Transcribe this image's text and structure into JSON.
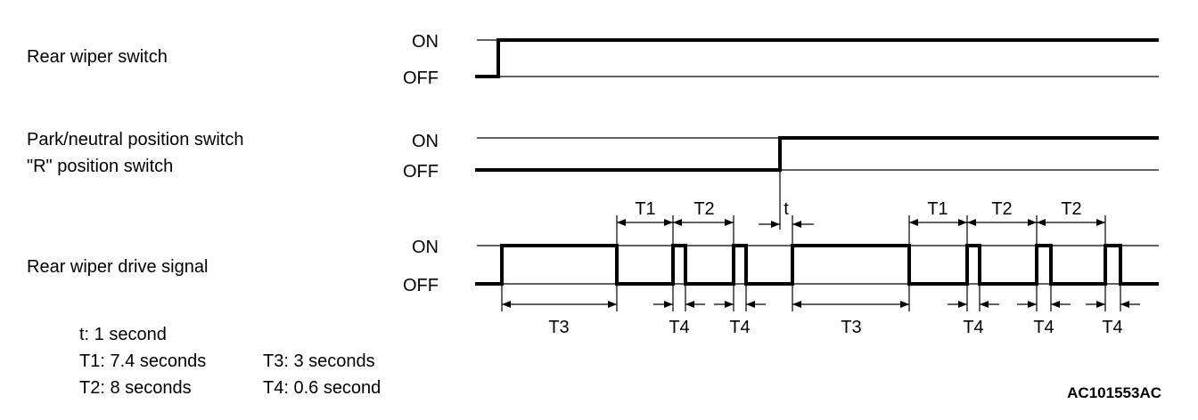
{
  "signals": {
    "rear_wiper_switch": {
      "label": "Rear wiper switch",
      "on": "ON",
      "off": "OFF"
    },
    "park_neutral_switch": {
      "label_line1": "Park/neutral position switch",
      "label_line2": "\"R\" position switch",
      "on": "ON",
      "off": "OFF"
    },
    "rear_wiper_drive": {
      "label": "Rear wiper drive signal",
      "on": "ON",
      "off": "OFF"
    }
  },
  "intervals": {
    "t": "t",
    "T1": "T1",
    "T2": "T2",
    "T3": "T3",
    "T4": "T4"
  },
  "legend": {
    "t": "t: 1 second",
    "T1": "T1: 7.4 seconds",
    "T2": "T2: 8 seconds",
    "T3": "T3: 3 seconds",
    "T4": "T4: 0.6 second"
  },
  "figure_code": "AC101553AC"
}
